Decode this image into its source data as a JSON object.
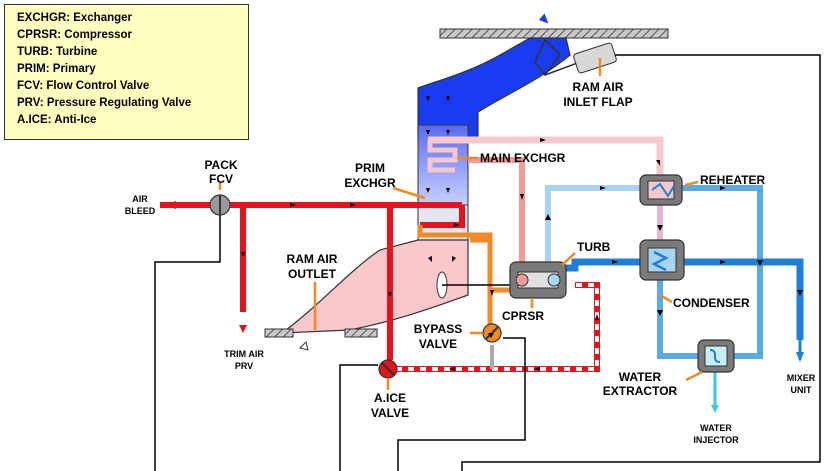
{
  "legend": {
    "items": [
      "EXCHGR: Exchanger",
      "CPRSR: Compressor",
      "TURB: Turbine",
      "PRIM: Primary",
      "FCV: Flow Control Valve",
      "PRV: Pressure Regulating Valve",
      "A.ICE: Anti-Ice"
    ]
  },
  "labels": {
    "pack_fcv": [
      "PACK",
      "FCV"
    ],
    "air_bleed": [
      "AIR",
      "BLEED"
    ],
    "trim_air_prv": [
      "TRIM AIR",
      "PRV"
    ],
    "ram_air_outlet": [
      "RAM AIR",
      "OUTLET"
    ],
    "prim_exchgr": [
      "PRIM",
      "EXCHGR"
    ],
    "main_exchgr": "MAIN EXCHGR",
    "ram_air_inlet_flap": [
      "RAM AIR",
      "INLET FLAP"
    ],
    "reheater": "REHEATER",
    "turb": "TURB",
    "cprsr": "CPRSR",
    "condenser": "CONDENSER",
    "bypass_valve": [
      "BYPASS",
      "VALVE"
    ],
    "aice_valve": [
      "A.ICE",
      "VALVE"
    ],
    "water_extractor": [
      "WATER",
      "EXTRACTOR"
    ],
    "water_injector": [
      "WATER",
      "INJECTOR"
    ],
    "mixer_unit": [
      "MIXER",
      "UNIT"
    ]
  },
  "colors": {
    "hot": "#e8121c",
    "warm": "#f29a9a",
    "pink": "#f5c8cc",
    "orange": "#f08a24",
    "cold_dark": "#1f7fd6",
    "cold_mid": "#5aaae6",
    "cold_light": "#a8d4f0",
    "ram_blue": "#1a3cf0",
    "ram_outlet": "#f8c8cc",
    "legend_bg": "#ffffc0"
  }
}
